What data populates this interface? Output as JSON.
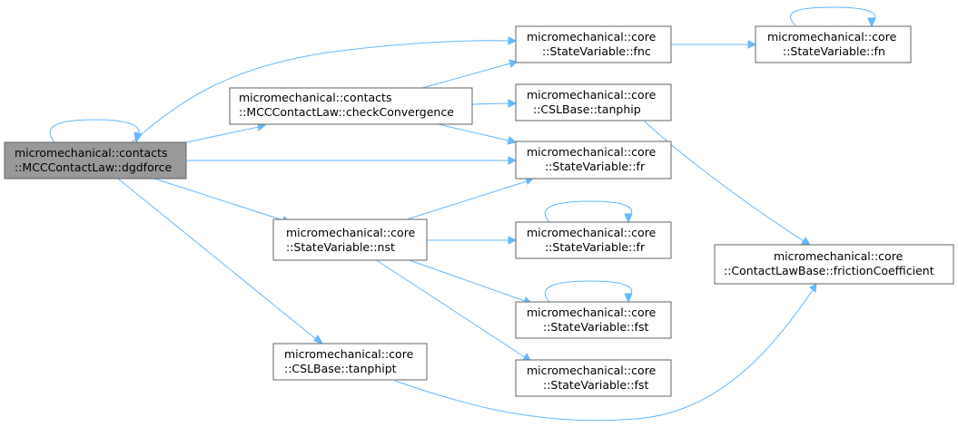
{
  "nodes": {
    "dgdforce": {
      "line1": "micromechanical::contacts",
      "line2": "::MCCContactLaw::dgdforce",
      "highlighted": true
    },
    "checkConvergence": {
      "line1": "micromechanical::contacts",
      "line2": "::MCCContactLaw::checkConvergence"
    },
    "nst": {
      "line1": "micromechanical::core",
      "line2": "::StateVariable::nst"
    },
    "tanphipt": {
      "line1": "micromechanical::core",
      "line2": "::CSLBase::tanphipt"
    },
    "fnc": {
      "line1": "micromechanical::core",
      "line2": "::StateVariable::fnc"
    },
    "tanphip": {
      "line1": "micromechanical::core",
      "line2": "::CSLBase::tanphip"
    },
    "fr_a": {
      "line1": "micromechanical::core",
      "line2": "::StateVariable::fr"
    },
    "fr_b": {
      "line1": "micromechanical::core",
      "line2": "::StateVariable::fr"
    },
    "fst_a": {
      "line1": "micromechanical::core",
      "line2": "::StateVariable::fst"
    },
    "fst_b": {
      "line1": "micromechanical::core",
      "line2": "::StateVariable::fst"
    },
    "fn": {
      "line1": "micromechanical::core",
      "line2": "::StateVariable::fn"
    },
    "frictionCoefficient": {
      "line1": "micromechanical::core",
      "line2": "::ContactLawBase::frictionCoefficient"
    }
  },
  "colors": {
    "edge": "#63b8ff",
    "node_border": "#666666",
    "root_fill": "#999999",
    "node_fill": "#ffffff"
  }
}
